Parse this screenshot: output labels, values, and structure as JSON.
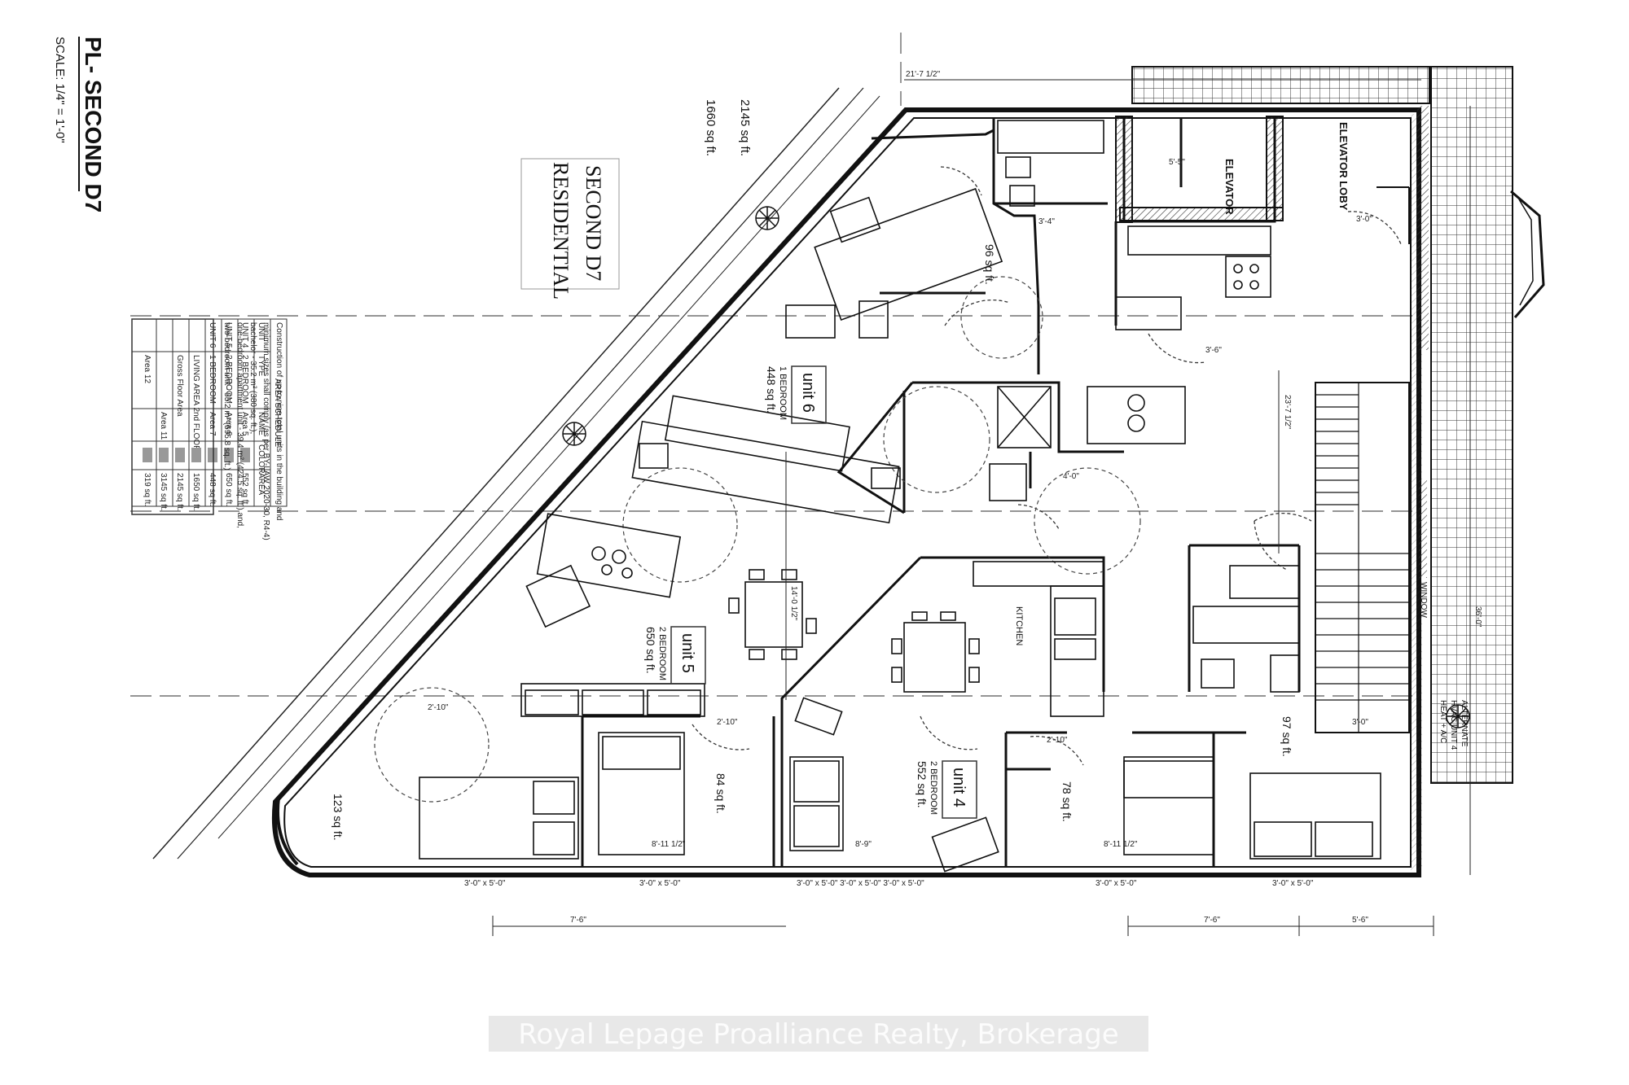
{
  "drawing": {
    "sheet_title": "PL- SECOND D7",
    "scale": "SCALE: 1/4\" = 1'-0\"",
    "floor_title_line1": "SECOND D7",
    "floor_title_line2": "RESIDENTIAL",
    "area_total": "2145 sq ft.",
    "area_gross": "1660 sq ft."
  },
  "units": [
    {
      "label": "unit 6",
      "type": "1 BEDROOM",
      "area": "448 sq ft."
    },
    {
      "label": "unit 5",
      "type": "2 BEDROOM",
      "area": "650 sq ft."
    },
    {
      "label": "unit 4",
      "type": "2 BEDROOM",
      "area": "552 sq ft."
    }
  ],
  "rooms": {
    "elevator": "ELEVATOR",
    "elevator_lobby": "ELEVATOR LOBY",
    "kitchen": "KITCHEN",
    "alternate": "ALTERNATE",
    "hvac": "HVAC UNIT 4",
    "heat": "HEAT + A/C",
    "window": "WINDOW"
  },
  "room_areas": {
    "a96": "96 sq ft.",
    "a84": "84 sq ft.",
    "a78": "78 sq ft.",
    "a97": "97 sq ft.",
    "a123": "123 sq ft."
  },
  "dims": {
    "top": "21'-7 1/2\"",
    "w1": "3'-0\" x 5'-0\"",
    "w2": "3'-0\" x 5'-0\"",
    "w3": "3'-0\" x 5'-0\" 3'-0\" x 5'-0\" 3'-0\" x 5'-0\"",
    "w4": "3'-0\" x 5'-0\"",
    "w5": "3'-0\" x 5'-0\"",
    "b1": "7'-6\"",
    "b2": "7'-6\"",
    "b3": "5'-6\"",
    "d1": "2'-10\"",
    "d2": "2'-10\"",
    "d3": "2'-10\"",
    "d4": "3'-0\"",
    "d5": "3'-0\"",
    "d6": "3'-4\"",
    "d7": "3'-6\"",
    "d8": "4'-0\"",
    "d9": "5'-5\"",
    "d10": "8'-11 1/2\"",
    "d11": "8'-11 1/2\"",
    "d12": "8'-9\"",
    "d13": "14'-0 1/2\"",
    "d14": "23'-7 1/2\"",
    "d15": "36'-0\""
  },
  "schedule": {
    "title": "AREA SCHEDULE",
    "headers": [
      "UNIT",
      "TYPE",
      "NAME",
      "COLOR",
      "AREA"
    ],
    "rows": [
      [
        "UNIT 4",
        "2 BEDROOM",
        "Area 5",
        "",
        "552 sq ft."
      ],
      [
        "UNIT 5",
        "2 BEDROOM",
        "Area 6",
        "",
        "650 sq ft."
      ],
      [
        "UNIT 6",
        "1 BEDROOM",
        "Area 7",
        "",
        "448 sq ft."
      ],
      [
        "",
        "LIVING AREA 2nd FLOOR",
        "",
        "",
        "1650 sq ft."
      ],
      [
        "",
        "Gross Floor Area",
        "",
        "",
        "2145 sq ft."
      ],
      [
        "",
        "",
        "Area 11",
        "",
        "3145 sq ft."
      ],
      [
        "",
        "Area 12",
        "",
        "",
        "319 sq ft."
      ]
    ],
    "note_lines": [
      "Construction of up to nine total units in the building and",
      "minimum sizes shall comply (as per BY-LAW 2020-30, R4-4)",
      "bachelor - 35.2 m² (380 sq. ft.),",
      "one-bedroom apartment unit - 39.4 m² (424.5 sq. ft.) and,",
      "two-bedroom unit - 55.2 m² (595.8 sq. ft.)"
    ]
  },
  "watermark": "Royal Lepage Proalliance Realty, Brokerage"
}
